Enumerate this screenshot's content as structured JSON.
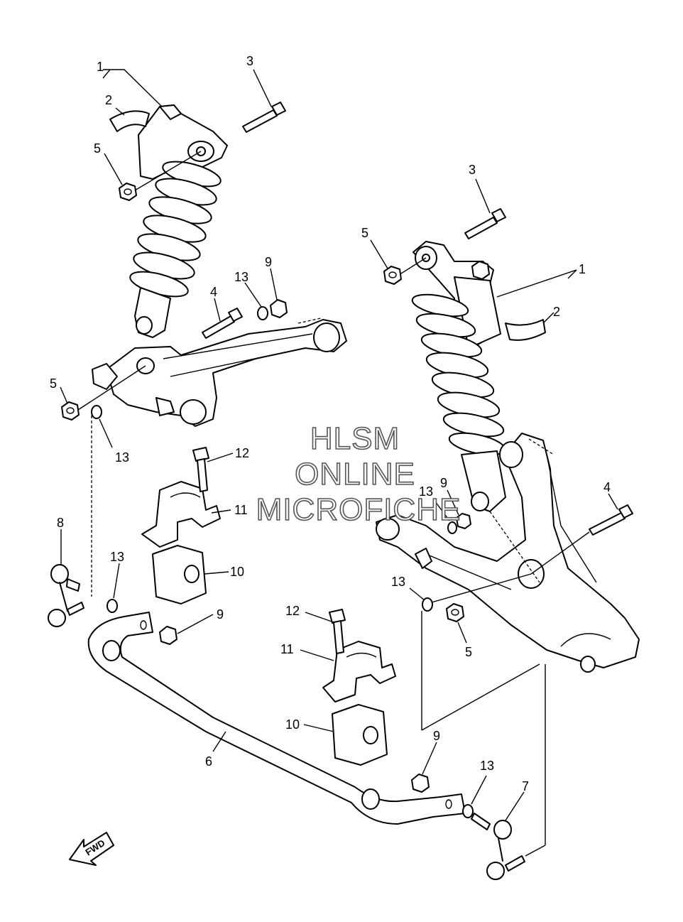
{
  "watermark": {
    "line1": "HLSM",
    "line2": "ONLINE",
    "line3": "MICROFICHE"
  },
  "direction_label": "FWD",
  "callouts": {
    "c1a": "1",
    "c2a": "2",
    "c3a": "3",
    "c5a": "5",
    "c13a": "13",
    "c9a": "9",
    "c4a": "4",
    "c5b": "5",
    "c13b": "13",
    "c12a": "12",
    "c11a": "11",
    "c8": "8",
    "c13c": "13",
    "c10a": "10",
    "c9b": "9",
    "c6": "6",
    "c3b": "3",
    "c5c": "5",
    "c1b": "1",
    "c2b": "2",
    "c9c": "9",
    "c13d": "13",
    "c4b": "4",
    "c13e": "13",
    "c5d": "5",
    "c12b": "12",
    "c11b": "11",
    "c10b": "10",
    "c9d": "9",
    "c13f": "13",
    "c7": "7"
  }
}
